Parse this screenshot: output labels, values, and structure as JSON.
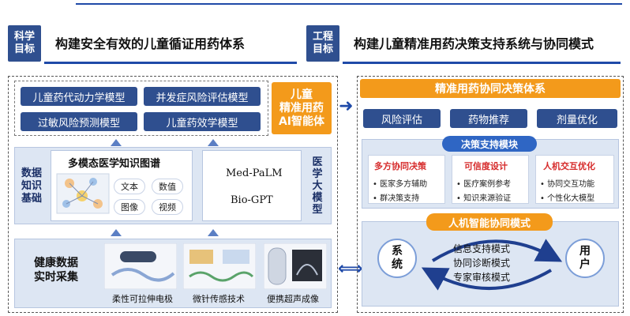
{
  "goals": {
    "science_label": "科学\n目标",
    "science_text": "构建安全有效的儿童循证用药体系",
    "engineering_label": "工程\n目标",
    "engineering_text": "构建儿童精准用药决策支持系统与协同模式"
  },
  "left": {
    "models": [
      "儿童药代动力学模型",
      "并发症风险评估模型",
      "过敏风险预测模型",
      "儿童药效学模型"
    ],
    "ai_agent": "儿童\n精准用药\nAI智能体",
    "data_foundation_label": "数据\n知识\n基础",
    "kg_title": "多模态医学知识图谱",
    "kg_tags": [
      "文本",
      "数值",
      "图像",
      "视频"
    ],
    "med_models": [
      "Med-PaLM",
      "Bio-GPT"
    ],
    "llm_label": "医\n学\n大\n模\n型",
    "health_label": "健康数据\n实时采集",
    "devices": [
      "柔性可拉伸电极",
      "微针传感技术",
      "便携超声成像"
    ]
  },
  "right": {
    "system_title": "精准用药协同决策体系",
    "top_buttons": [
      "风险评估",
      "药物推荐",
      "剂量优化"
    ],
    "module_title": "决策支持模块",
    "cards": [
      {
        "title": "多方协同决策",
        "items": [
          "医家多方辅助",
          "群决策支持"
        ]
      },
      {
        "title": "可信度设计",
        "items": [
          "医疗案例参考",
          "知识来源验证"
        ]
      },
      {
        "title": "人机交互优化",
        "items": [
          "协同交互功能",
          "个性化大模型"
        ]
      }
    ],
    "collab_title": "人机智能协同模式",
    "system_node": "系\n统",
    "user_node": "用\n户",
    "modes": [
      "信息支持模式",
      "协同诊断模式",
      "专家审核模式"
    ]
  },
  "colors": {
    "navy": "#2f4f8f",
    "orange": "#f39a1b",
    "blue": "#1f4aa8",
    "red": "#d62b2b"
  }
}
